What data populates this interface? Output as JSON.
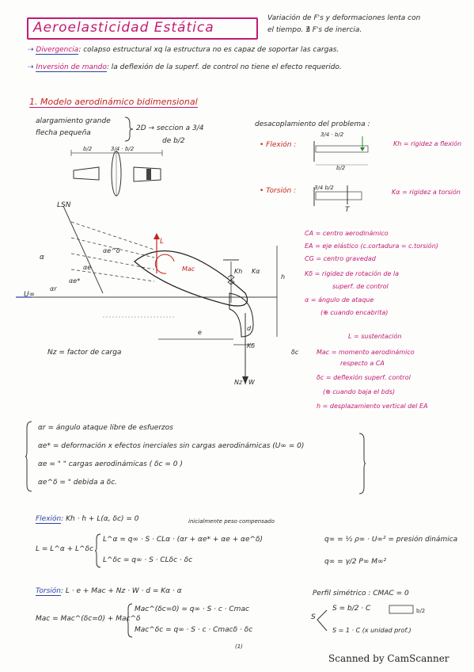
{
  "header": {
    "title": "Aeroelasticidad Estática",
    "note_line1": "Variación de F's y deformaciones lenta con",
    "note_line2": "el tiempo. ∄ F's de inercia.",
    "divergencia_term": "Divergencia",
    "divergencia_text": ": colapso estructural xq la estructura no es capaz de soportar las cargas.",
    "inversion_term": "Inversión de mando",
    "inversion_text": ": la deflexión de la superf. de control no tiene el efecto requerido."
  },
  "section1": {
    "heading": "1. Modelo aerodinámico bidimensional",
    "alargamiento": "alargamiento grande",
    "flecha": "flecha pequeña",
    "model_2d": "2D → seccion a 3/4",
    "de_b2": "de b/2",
    "b2_label": "b/2",
    "b2_label2": "3/4 · b/2",
    "desacoplamiento": "desacoplamiento del problema :",
    "flexion_label": "• Flexión :",
    "flexion_top": "3/4 · b/2",
    "flexion_bottom": "b/2",
    "kh_def": "Kh = rigidez a flexión",
    "torsion_label": "• Torsión :",
    "torsion_top": "3/4 b/2",
    "torsion_T": "T",
    "ka_def": "Kα = rigidez a torsión"
  },
  "diagram": {
    "lsn": "LSN",
    "alpha": "α",
    "alpha_e_delta": "αe^δ",
    "alpha_e": "αe",
    "alpha_e_star": "αe*",
    "alpha_r": "αr",
    "L": "L",
    "Mac": "Mac",
    "kh": "Kh",
    "ka": "Kα",
    "h": "h",
    "kd": "Kδ",
    "dc": "δc",
    "uinf": "U∞",
    "e": "e",
    "d": "d",
    "nzw": "Nz · W",
    "nz_def": "Nz = factor de carga"
  },
  "legend": [
    "CA = centro aerodinámico",
    "EA = eje elástico (c.cortadura = c.torsión)",
    "CG = centro gravedad",
    "Kδ = rigidez de rotación de la",
    "superf. de control",
    "α = ángulo de ataque",
    "(⊕ cuando encabrita)",
    "L = sustentación",
    "Mac = momento aerodinámico",
    "respecto a CA",
    "δc = deflexión superf. control",
    "(⊕ cuando baja el bds)",
    "h = desplazamiento vertical del EA"
  ],
  "definitions": {
    "ar": "αr = ángulo ataque libre de esfuerzos",
    "ae_star": "αe* = deformación x efectos inerciales sin cargas aerodinámicas   (U∞ = 0)",
    "ae": "αe =    \"        \" cargas aerodinámicas  ( δc = 0 )",
    "ae_delta": "αe^δ =    \"        debida a δc."
  },
  "flexion_eq": {
    "label": "Flexión",
    "eq": ": Kh · h + L(α, δc) = 0",
    "note": "inicialmente peso compensado",
    "L_sum": "L = L^α + L^δc",
    "L_alpha": "L^α = q∞ · S · CLα · (αr + αe* + αe + αe^δ)",
    "L_delta": "L^δc = q∞ · S · CLδc · δc",
    "q1": "q∞ = ½ ρ∞ · U∞² = presión dinámica",
    "q2": "q∞ = γ/2 P∞ M∞²"
  },
  "torsion_eq": {
    "label": "Torsión",
    "eq": ": L · e + Mac + Nz · W · d = Kα · α",
    "mac_sum": "Mac = Mac^(δc=0) + Mac^δ",
    "mac1": "Mac^(δc=0) = q∞ · S · c · Cmac",
    "mac2": "Mac^δc = q∞ · S · c · Cmacδ · δc",
    "perfil": "Perfil simétrico : CMAC = 0",
    "s1": "S = b/2 · C",
    "s2": "S = 1 · C  (x unidad prof.)",
    "page": "(1)"
  },
  "footer": "Scanned by CamScanner"
}
